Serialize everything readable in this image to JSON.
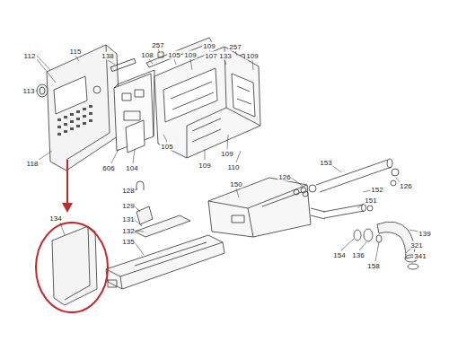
{
  "diagram": {
    "labels": [
      "115",
      "112",
      "113",
      "118",
      "138",
      "257",
      "108",
      "105",
      "109",
      "109",
      "107",
      "133",
      "257",
      "109",
      "606",
      "104",
      "105",
      "109",
      "109",
      "110",
      "150",
      "126",
      "153",
      "126",
      "152",
      "151",
      "128",
      "129",
      "131",
      "132",
      "135",
      "134",
      "154",
      "136",
      "158",
      "139",
      "321",
      "341"
    ]
  }
}
